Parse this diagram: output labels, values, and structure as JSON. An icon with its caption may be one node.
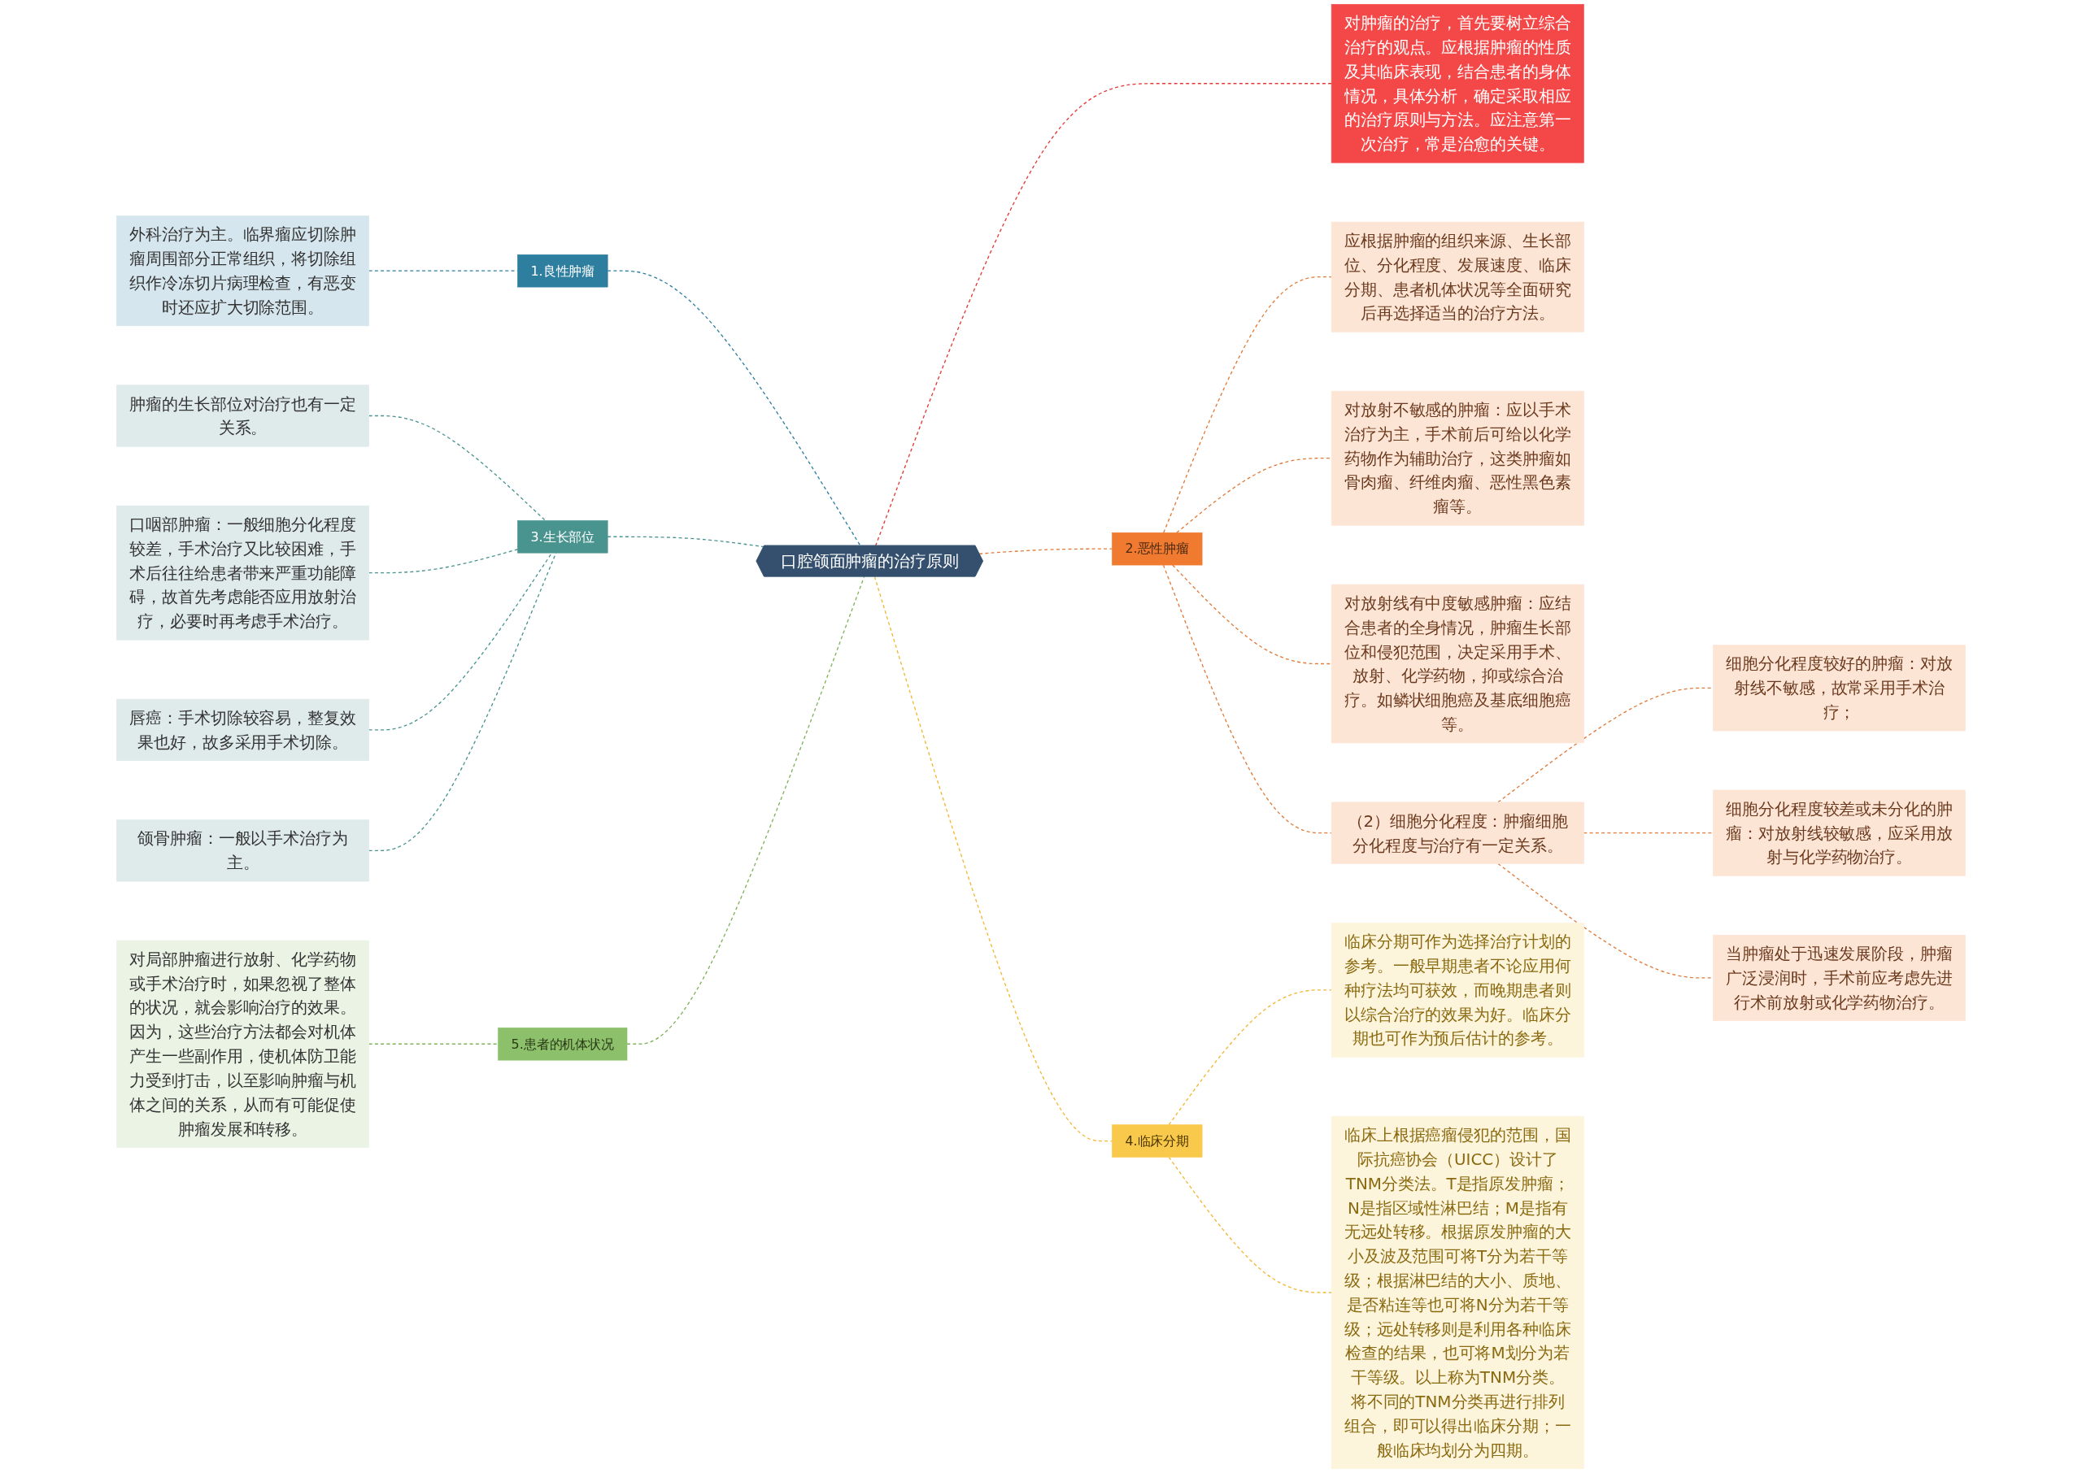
{
  "diagram": {
    "nodes": [
      {
        "text": [
          "口腔颌面肿瘤的治疗原则"
        ]
      },
      {
        "text": [
          "对肿瘤的治疗，首先要树立综合治疗的观点。应根据肿瘤的性质及其临床表现，结合患者的身体情况，具体分析，确定采取相应的治疗原则与方法。应注意第一次治疗，常是治愈的关键。"
        ]
      },
      {
        "text": [
          "2.恶性肿瘤"
        ]
      },
      {
        "text": [
          "应根据肿瘤的组织来源、生长部位、分化程度、发展速度、临床分期、患者机体状况等全面研究后再选择适当的治疗方法。"
        ]
      },
      {
        "text": [
          "对放射不敏感的肿瘤：应以手术治疗为主，手术前后可给以化学药物作为辅助治疗，这类肿瘤如骨肉瘤、纤维肉瘤、恶性黑色素瘤等。"
        ]
      },
      {
        "text": [
          "对放射线有中度敏感肿瘤：应结合患者的全身情况，肿瘤生长部位和侵犯范围，决定采用手术、放射、化学药物，抑或综合治疗。如鳞状细胞癌及基底细胞癌等。"
        ]
      },
      {
        "text": [
          "（2）细胞分化程度：肿瘤细胞分化程度与治疗有一定关系。"
        ]
      },
      {
        "text": [
          "细胞分化程度较好的肿瘤：对放射线不敏感，故常采用手术治疗；"
        ]
      },
      {
        "text": [
          "细胞分化程度较差或未分化的肿瘤：对放射线较敏感，应采用放射与化学药物治疗。"
        ]
      },
      {
        "text": [
          "当肿瘤处于迅速发展阶段，肿瘤广泛浸润时，手术前应考虑先进行术前放射或化学药物治疗。"
        ]
      },
      {
        "text": [
          "4.临床分期"
        ]
      },
      {
        "text": [
          "临床分期可作为选择治疗计划的参考。一般早期患者不论应用何种疗法均可获效，而晚期患者则以综合治疗的效果为好。临床分期也可作为预后估计的参考。"
        ]
      },
      {
        "text": [
          "临床上根据癌瘤侵犯的范围，国际抗癌协会（UICC）设计了TNM分类法。T是指原发肿瘤；N是指区域性淋巴结；M是指有无远处转移。根据原发肿瘤的大小及波及范围可将T分为若干等级；根据淋巴结的大小、质地、是否粘连等也可将N分为若干等级；远处转移则是利用各种临床检查的结果，也可将M划分为若干等级。以上称为TNM分类。将不同的TNM分类再进行排列组合，即可以得出临床分期；一般临床均划分为四期。"
        ]
      },
      {
        "text": [
          "1.良性肿瘤"
        ]
      },
      {
        "text": [
          "外科治疗为主。临界瘤应切除肿瘤周围部分正常组织，将切除组织作冷冻切片病理检查，有恶变时还应扩大切除范围。"
        ]
      },
      {
        "text": [
          "3.生长部位"
        ]
      },
      {
        "text": [
          "肿瘤的生长部位对治疗也有一定关系。"
        ]
      },
      {
        "text": [
          "口咽部肿瘤：一般细胞分化程度较差，手术治疗又比较困难，手术后往往给患者带来严重功能障碍，故首先考虑能否应用放射治疗，必要时再考虑手术治疗。"
        ]
      },
      {
        "text": [
          "唇癌：手术切除较容易，整复效果也好，故多采用手术切除。"
        ]
      },
      {
        "text": [
          "颌骨肿瘤：一般以手术治疗为主。"
        ]
      },
      {
        "text": [
          "5.患者的机体状况"
        ]
      },
      {
        "text": [
          "对局部肿瘤进行放射、化学药物或手术治疗时，如果忽视了整体的状况，就会影响治疗的效果。因为，这些治疗方法都会对机体产生一些副作用，使机体防卫能力受到打击，以至影响肿瘤与机体之间的关系，从而有可能促使肿瘤发展和转移。"
        ]
      }
    ],
    "edges": [
      {
        "from": 0,
        "to": 1,
        "arrow": "none",
        "style": "dashed",
        "color": "#e53935"
      },
      {
        "from": 0,
        "to": 2,
        "arrow": "none",
        "style": "dashed",
        "color": "#e07b39"
      },
      {
        "from": 2,
        "to": 3,
        "arrow": "none",
        "style": "dashed",
        "color": "#e07b39"
      },
      {
        "from": 2,
        "to": 4,
        "arrow": "none",
        "style": "dashed",
        "color": "#e07b39"
      },
      {
        "from": 2,
        "to": 5,
        "arrow": "none",
        "style": "dashed",
        "color": "#e07b39"
      },
      {
        "from": 2,
        "to": 6,
        "arrow": "none",
        "style": "dashed",
        "color": "#e07b39"
      },
      {
        "from": 6,
        "to": 7,
        "arrow": "none",
        "style": "dashed",
        "color": "#e07b39"
      },
      {
        "from": 6,
        "to": 8,
        "arrow": "none",
        "style": "dashed",
        "color": "#e07b39"
      },
      {
        "from": 6,
        "to": 9,
        "arrow": "none",
        "style": "dashed",
        "color": "#e07b39"
      },
      {
        "from": 0,
        "to": 10,
        "arrow": "none",
        "style": "dashed",
        "color": "#f2b632"
      },
      {
        "from": 10,
        "to": 11,
        "arrow": "none",
        "style": "dashed",
        "color": "#f2b632"
      },
      {
        "from": 10,
        "to": 12,
        "arrow": "none",
        "style": "dashed",
        "color": "#f2b632"
      },
      {
        "from": 13,
        "to": 0,
        "arrow": "none",
        "style": "dashed",
        "color": "#2e7ea0"
      },
      {
        "from": 14,
        "to": 13,
        "arrow": "none",
        "style": "dashed",
        "color": "#2e7ea0"
      },
      {
        "from": 15,
        "to": 0,
        "arrow": "none",
        "style": "dashed",
        "color": "#4a9490"
      },
      {
        "from": 16,
        "to": 15,
        "arrow": "none",
        "style": "dashed",
        "color": "#4a9490"
      },
      {
        "from": 17,
        "to": 15,
        "arrow": "none",
        "style": "dashed",
        "color": "#4a9490"
      },
      {
        "from": 18,
        "to": 15,
        "arrow": "none",
        "style": "dashed",
        "color": "#4a9490"
      },
      {
        "from": 19,
        "to": 15,
        "arrow": "none",
        "style": "dashed",
        "color": "#4a9490"
      },
      {
        "from": 20,
        "to": 0,
        "arrow": "none",
        "style": "dashed",
        "color": "#7fb35a"
      },
      {
        "from": 21,
        "to": 20,
        "arrow": "none",
        "style": "dashed",
        "color": "#7fb35a"
      }
    ]
  }
}
